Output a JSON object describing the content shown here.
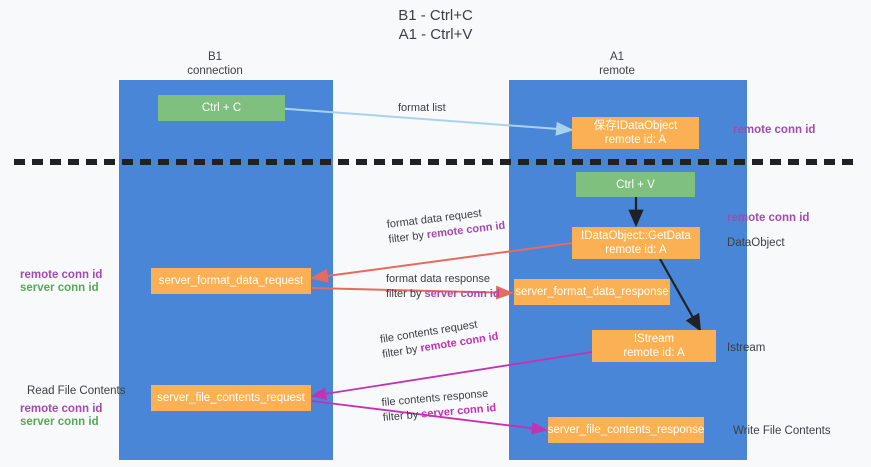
{
  "title": "B1 - Ctrl+C\nA1 - Ctrl+V",
  "columns": [
    {
      "name": "b1",
      "label": "B1\nconnection"
    },
    {
      "name": "a1",
      "label": "A1\nremote"
    }
  ],
  "nodes": [
    {
      "name": "ctrl-c",
      "label": "Ctrl + C",
      "color": "green"
    },
    {
      "name": "save-idataobject",
      "label": "保存IDataObject\nremote id: A",
      "color": "orange"
    },
    {
      "name": "ctrl-v",
      "label": "Ctrl + V",
      "color": "green"
    },
    {
      "name": "idataobject-getdata",
      "label": "IDataObject::GetData\nremote id: A",
      "color": "orange"
    },
    {
      "name": "server-format-data-request",
      "label": "server_format_data_request",
      "color": "orange"
    },
    {
      "name": "server-format-data-response",
      "label": "server_format_data_response",
      "color": "orange"
    },
    {
      "name": "istream",
      "label": "IStream\nremote id: A",
      "color": "orange"
    },
    {
      "name": "server-file-contents-request",
      "label": "server_file_contents_request",
      "color": "orange"
    },
    {
      "name": "server-file-contents-response",
      "label": "server_file_contents_response",
      "color": "orange"
    }
  ],
  "right_labels": [
    {
      "name": "remote-conn-id-top",
      "text": "remote conn id"
    },
    {
      "name": "remote-conn-id-middle",
      "text": "remote conn id"
    },
    {
      "name": "data-object",
      "text": "DataObject"
    },
    {
      "name": "istream-caption",
      "text": "Istream"
    },
    {
      "name": "write-file-contents",
      "text": "Write File Contents"
    }
  ],
  "left_labels": [
    {
      "name": "remote-conn-id-left",
      "text": "remote conn id"
    },
    {
      "name": "server-conn-id-left",
      "text": "server conn id"
    },
    {
      "name": "read-file-contents",
      "text": "Read File Contents"
    },
    {
      "name": "remote-conn-id-left-2",
      "text": "remote conn id"
    },
    {
      "name": "server-conn-id-left-2",
      "text": "server conn id"
    }
  ],
  "edges": [
    {
      "name": "format-list",
      "line1": "format list",
      "line2": "",
      "highlight": ""
    },
    {
      "name": "format-data-request",
      "line1": "format data request",
      "line2": "filter by ",
      "highlight": "remote conn id"
    },
    {
      "name": "format-data-response",
      "line1": "format data response",
      "line2": "filter by ",
      "highlight": "server conn id"
    },
    {
      "name": "file-contents-request",
      "line1": "file contents request",
      "line2": "filter by ",
      "highlight": "remote conn id"
    },
    {
      "name": "file-contents-response",
      "line1": "file contents response",
      "line2": "filter by ",
      "highlight": "server conn id"
    }
  ],
  "colors": {
    "lane": "#4a86d8",
    "node_green": "#7fc07f",
    "node_orange": "#fbb054",
    "arrow_blue": "#a8d3ef",
    "arrow_red": "#e8695f",
    "arrow_magenta": "#c033b5",
    "arrow_black": "#202124",
    "purple_text": "#a34ab0",
    "green_text": "#57a857",
    "background": "#f8f9fa"
  }
}
